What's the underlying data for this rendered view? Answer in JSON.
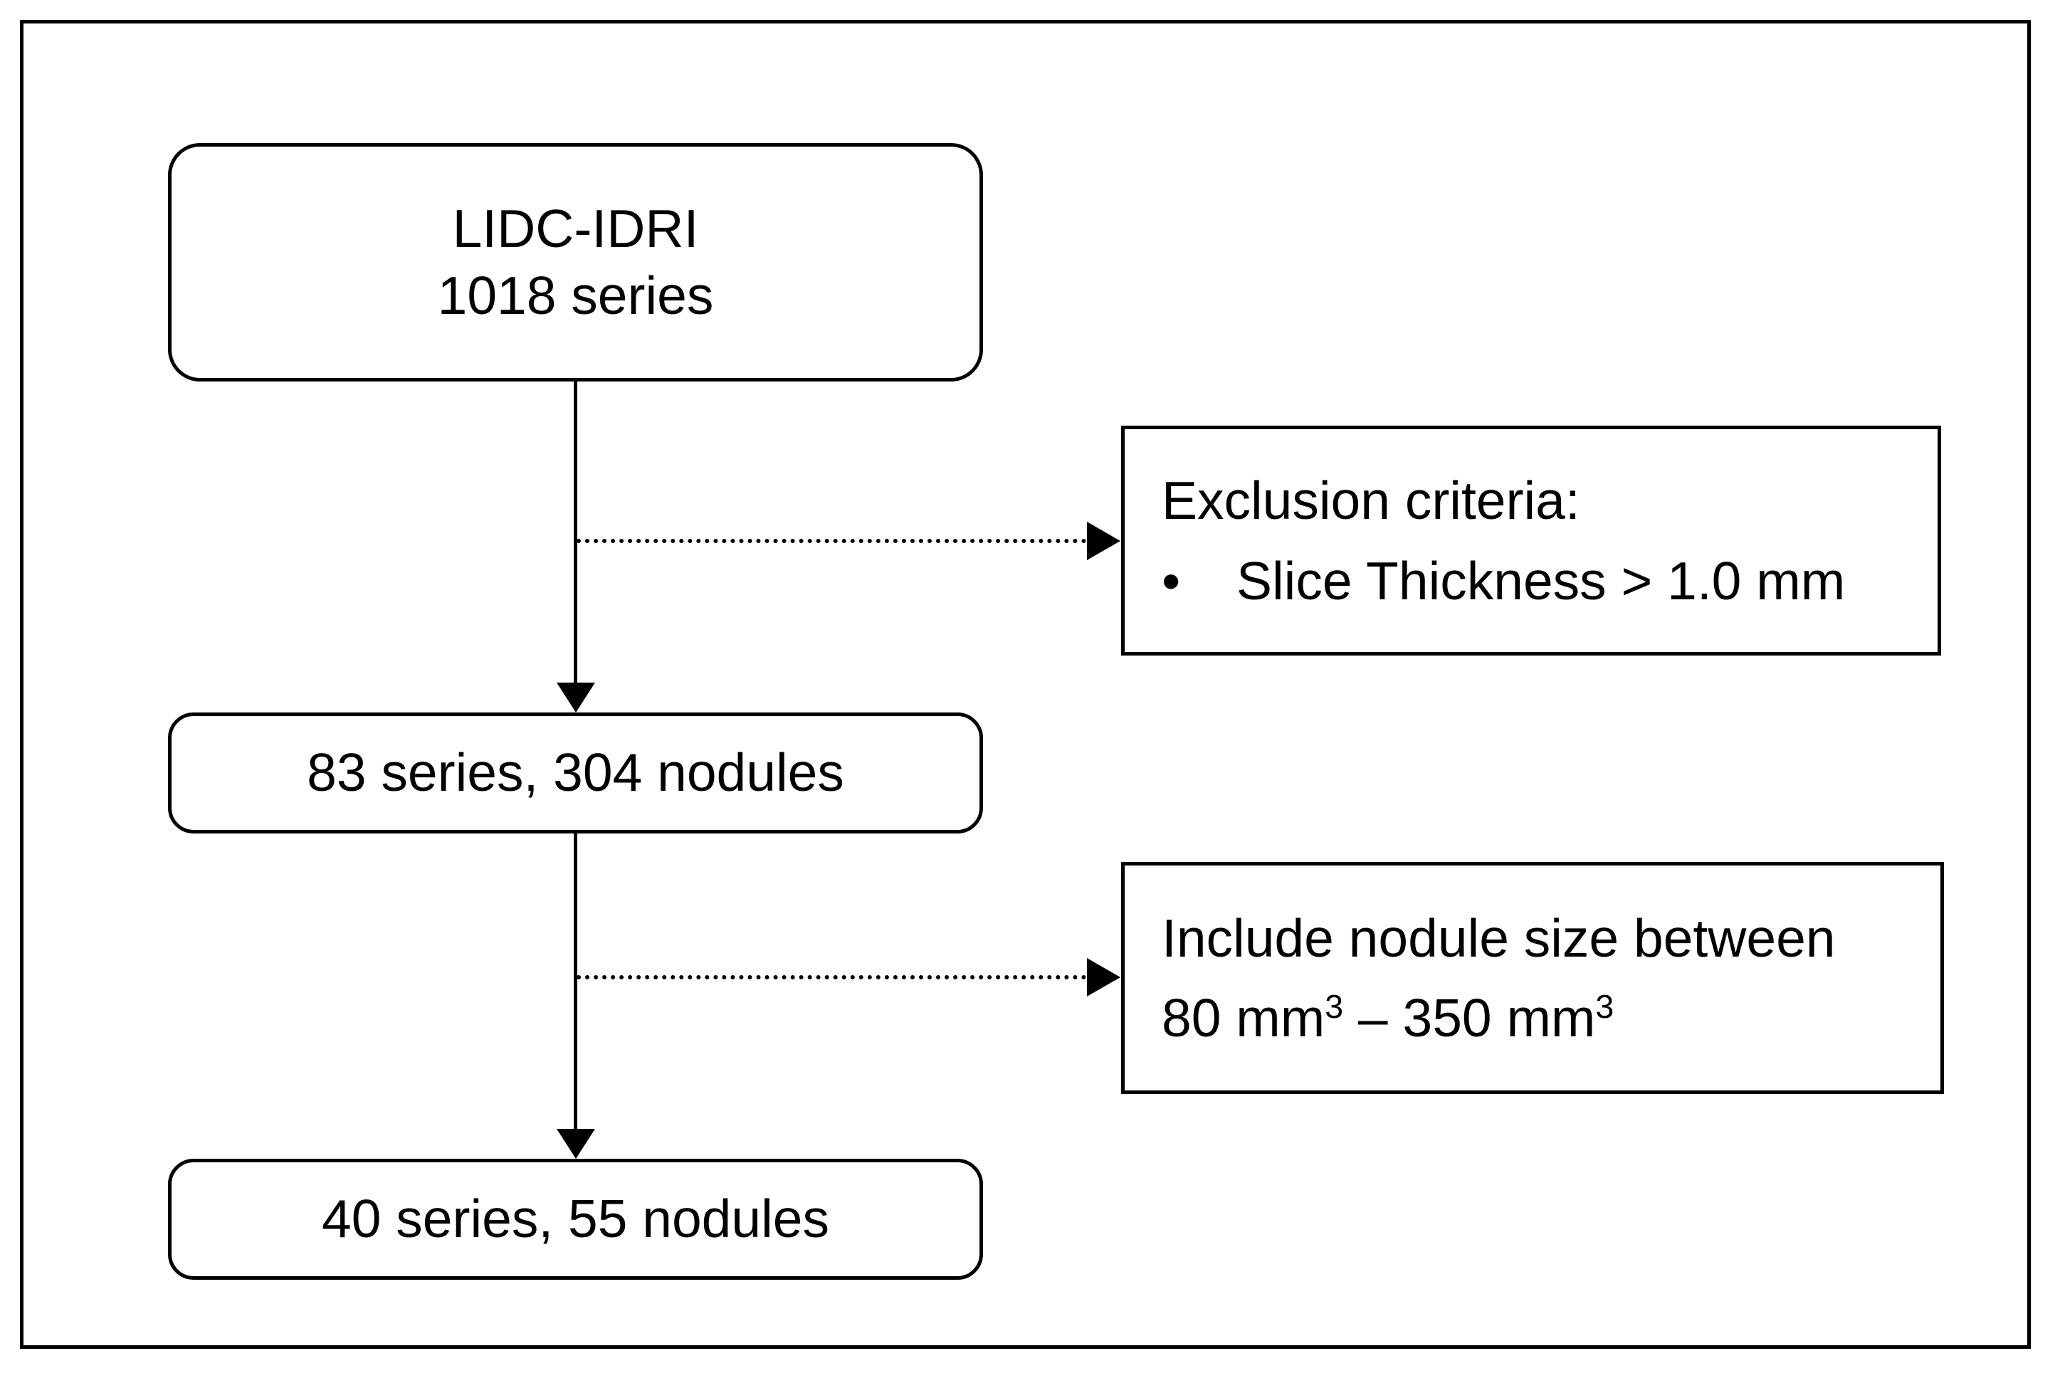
{
  "flowchart": {
    "colors": {
      "line": "#000000",
      "background": "#ffffff"
    },
    "nodes": {
      "source": {
        "line1": "LIDC-IDRI",
        "line2": "1018 series"
      },
      "filtered": {
        "label": "83 series, 304 nodules"
      },
      "final": {
        "label": "40 series, 55 nodules"
      }
    },
    "notes": {
      "exclusion": {
        "heading": "Exclusion criteria:",
        "bullet_char": "•",
        "bullet_text": "Slice Thickness > 1.0 mm"
      },
      "inclusion": {
        "line1": "Include nodule size between",
        "size_p1": "80 mm",
        "size_sup1": "3",
        "size_p2": " – 350 mm",
        "size_sup2": "3"
      }
    }
  }
}
